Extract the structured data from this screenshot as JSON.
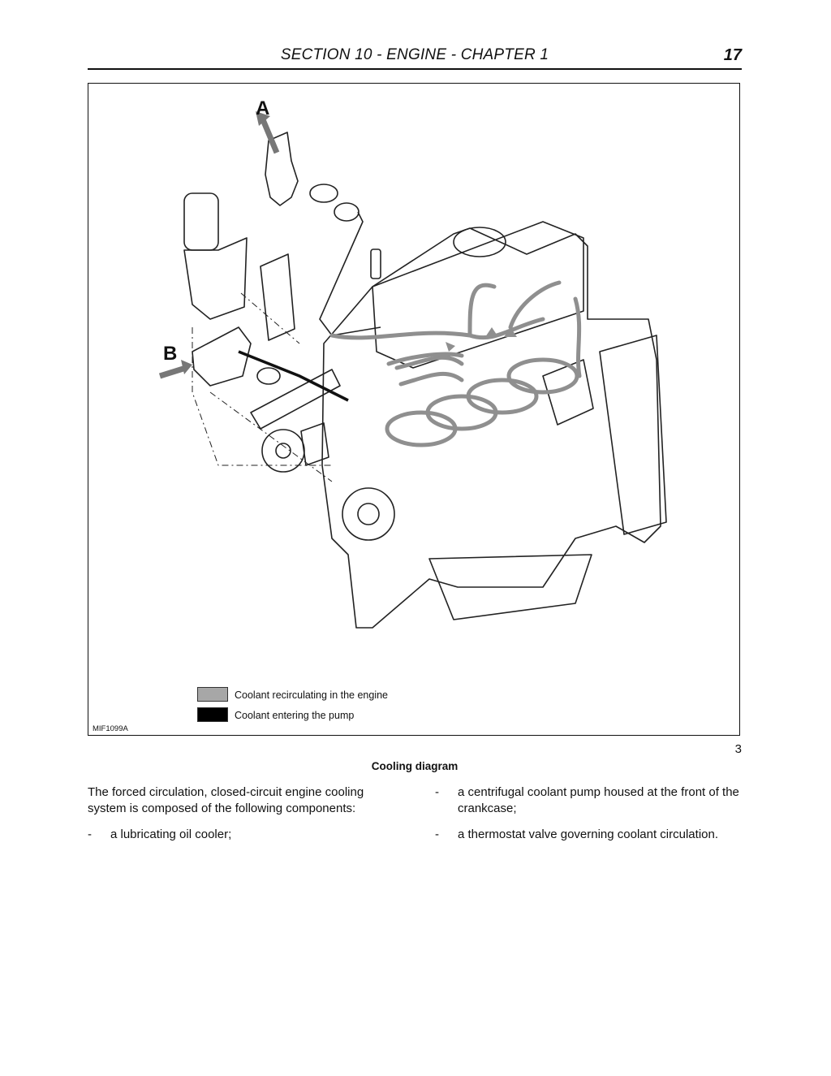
{
  "header": {
    "title": "SECTION 10 - ENGINE - CHAPTER 1",
    "page_number": "17"
  },
  "figure": {
    "callout_a": "A",
    "callout_b": "B",
    "legend": [
      {
        "label": "Coolant recirculating in the engine",
        "color": "#a7a7a7"
      },
      {
        "label": "Coolant entering the pump",
        "color": "#000000"
      }
    ],
    "code": "MIF1099A",
    "number": "3",
    "caption": "Cooling diagram"
  },
  "body": {
    "intro": "The forced circulation, closed-circuit engine cooling system is composed of the following components:",
    "bullet_mark": "-",
    "components": [
      "a lubricating oil cooler;",
      "a centrifugal coolant pump housed at the front of the crankcase;",
      "a thermostat valve governing coolant circulation."
    ]
  }
}
